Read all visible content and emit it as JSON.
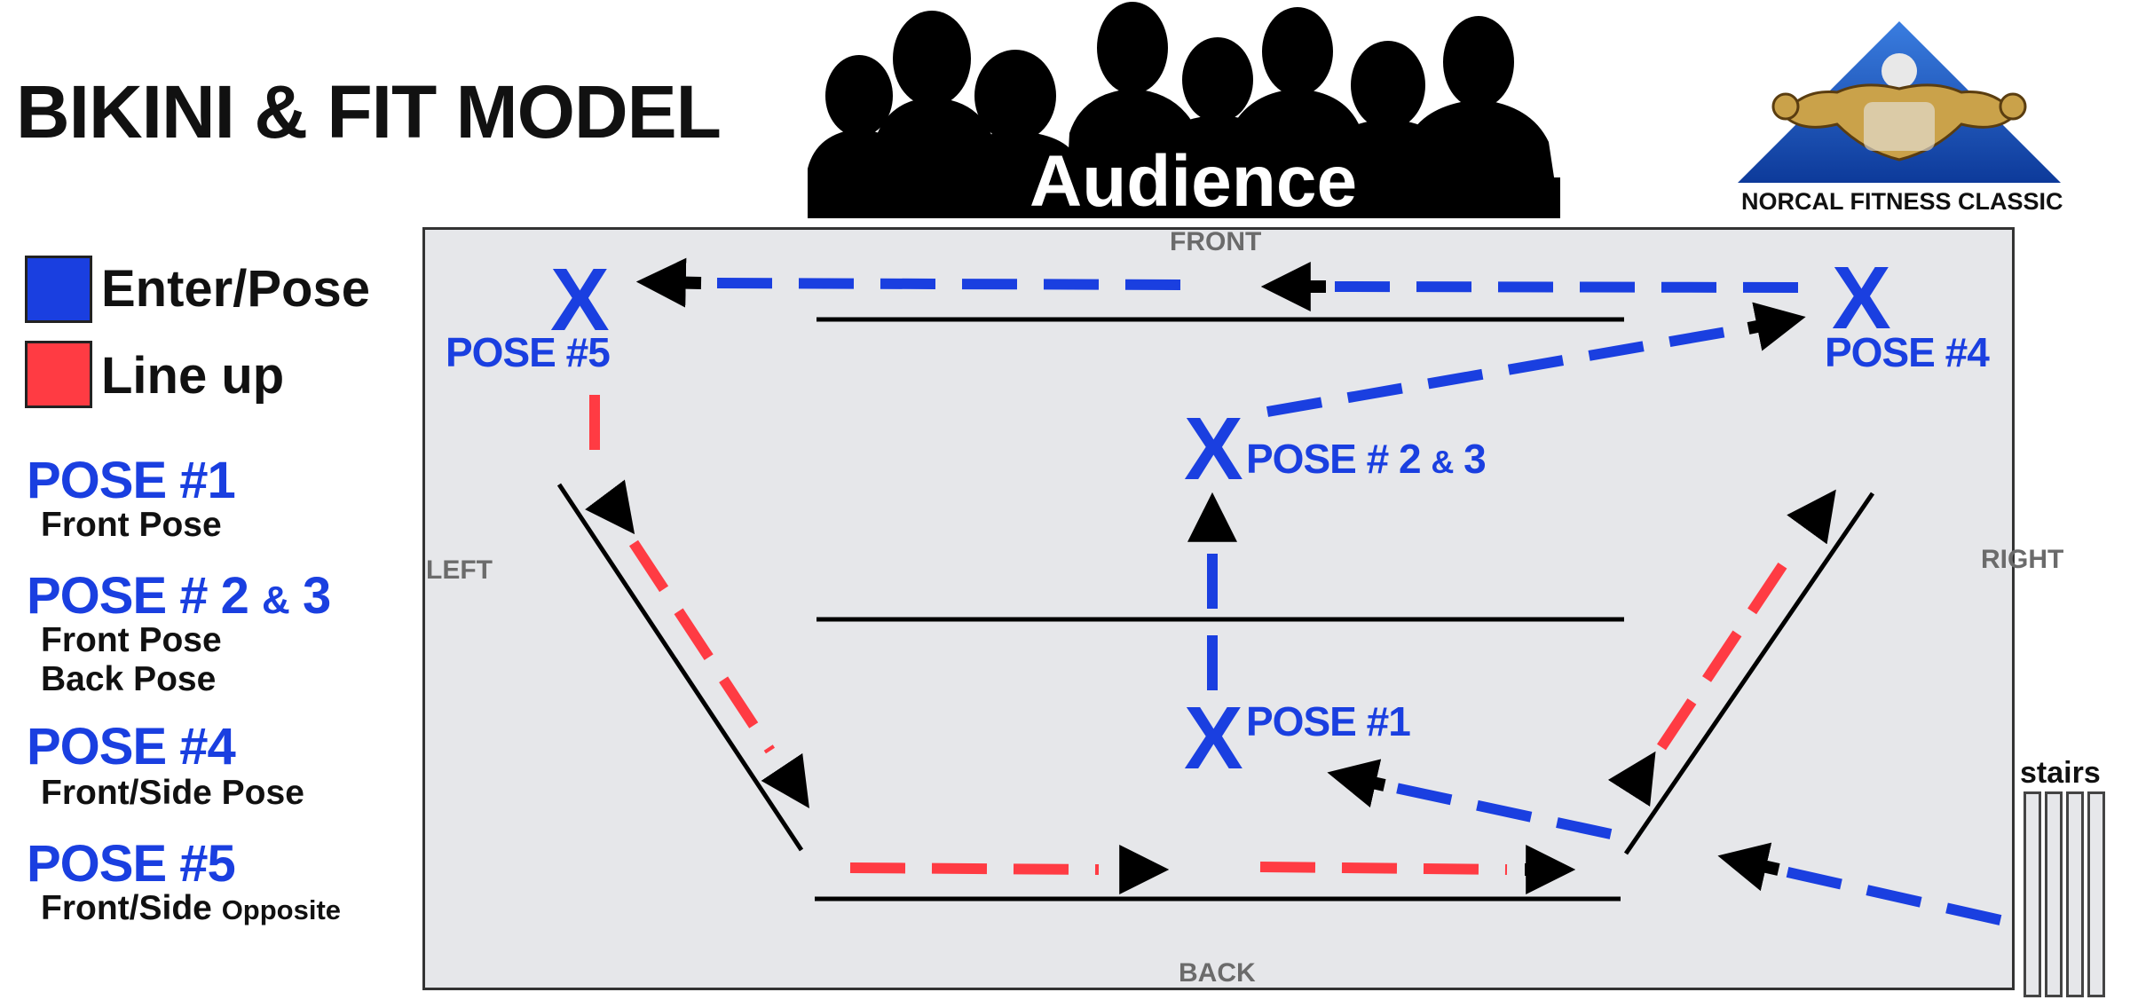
{
  "title": "BIKINI & FIT MODEL",
  "audience_label": "Audience",
  "logo_text": "NORCAL FITNESS CLASSIC",
  "legend": [
    {
      "label": "Enter/Pose",
      "color": "#1a3fe0"
    },
    {
      "label": "Line up",
      "color": "#ff3b43"
    }
  ],
  "poses": [
    {
      "heading": "POSE #1",
      "lines": [
        "Front Pose"
      ]
    },
    {
      "heading_main": "POSE # 2",
      "heading_amp": "&",
      "heading_end": "3",
      "lines": [
        "Front Pose",
        "Back Pose"
      ]
    },
    {
      "heading": "POSE #4",
      "lines": [
        "Front/Side Pose"
      ]
    },
    {
      "heading": "POSE #5",
      "line_main": "Front/Side",
      "line_small": "Opposite"
    }
  ],
  "stage": {
    "front": "FRONT",
    "back": "BACK",
    "left": "LEFT",
    "right": "RIGHT",
    "x_symbol": "X",
    "markers": {
      "pose1": "POSE #1",
      "pose23_main": "POSE # 2",
      "pose23_amp": "&",
      "pose23_end": "3",
      "pose4": "POSE #4",
      "pose5": "POSE #5"
    }
  },
  "stairs_label": "stairs",
  "colors": {
    "enter_blue": "#1a3fe0",
    "lineup_red": "#ff3b43",
    "stage_bg": "#e6e7ea"
  }
}
